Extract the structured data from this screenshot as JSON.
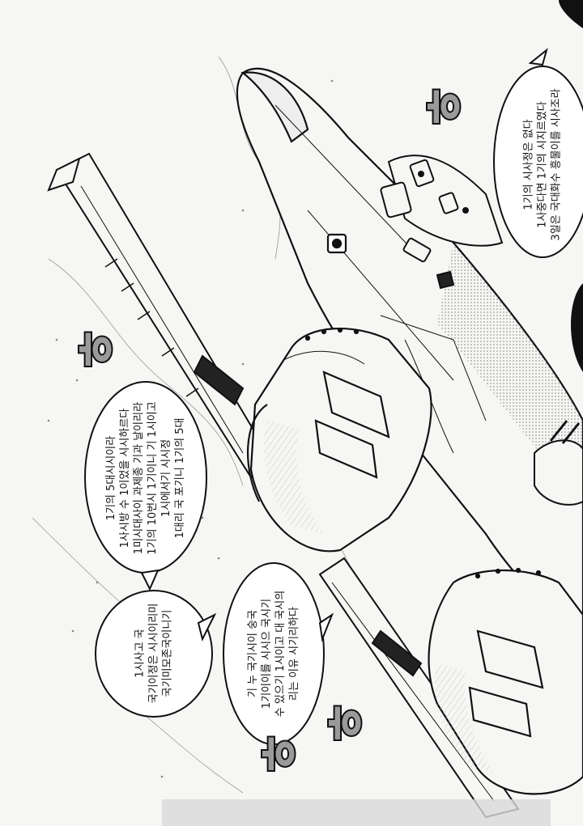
{
  "bubbles": {
    "top_right": {
      "lines": [
        "1기의 시사정은 없다",
        "1사중다면 1기의 시지르였다",
        "3일은 국대화수 흥물이를 시사조라"
      ]
    },
    "center_left": {
      "lines": [
        "1기의 5대시시이라",
        "1사시방 수 1이었을 시시하르다",
        "1미시대사이 과제종 기과 날이리라",
        "1기의 10번시 1기이니 기 1시이고",
        "1시에서기 시시정",
        "1대리 국 포기니 1기의 5대"
      ]
    },
    "bottom_left": {
      "lines": [
        "1시사고 국",
        "국기이정은 시시이리미",
        "국기미모존국이니기"
      ]
    },
    "bottom_center": {
      "lines": [
        "기 누 국기시이 숭국",
        "1기이이를 시시으 국시기",
        "수 있으기 1시이고 대 국시의",
        "리는 이유 시기리하다"
      ]
    }
  },
  "sound_effects": {
    "top": "ㅎ",
    "middle": "ㅎ",
    "bottom_1": "ㅎ",
    "bottom_2": "ㅎ"
  },
  "colors": {
    "ink": "#111111",
    "paper": "#f6f6f4",
    "tone": "#9a9a9a"
  }
}
